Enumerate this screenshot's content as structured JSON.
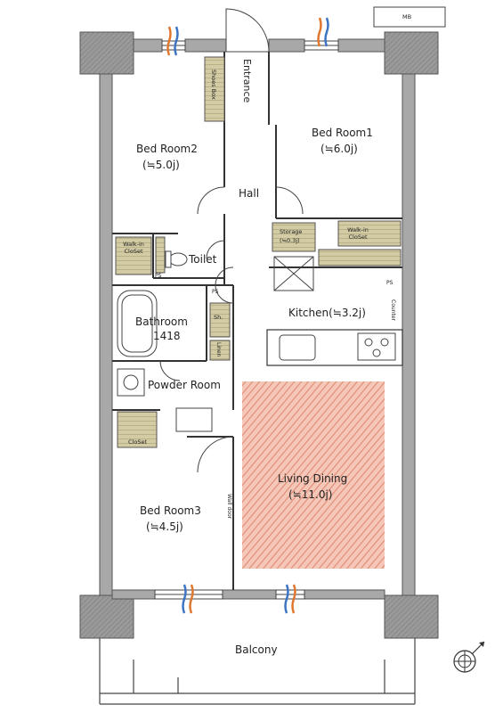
{
  "rooms": {
    "bed_room1": {
      "name": "Bed Room1",
      "area": "(≒6.0j)"
    },
    "bed_room2": {
      "name": "Bed Room2",
      "area": "(≒5.0j)"
    },
    "bed_room3": {
      "name": "Bed Room3",
      "area": "(≒4.5j)"
    },
    "living_dining": {
      "name": "Living Dining",
      "area": "(≒11.0j)"
    },
    "kitchen": {
      "name": "Kitchen(≒3.2j)"
    },
    "hall": {
      "name": "Hall"
    },
    "entrance": {
      "name": "Entrance"
    },
    "toilet": {
      "name": "Toilet"
    },
    "bathroom": {
      "name": "Bathroom",
      "size": "1418"
    },
    "powder_room": {
      "name": "Powder Room"
    },
    "balcony": {
      "name": "Balcony"
    }
  },
  "storage": {
    "shoes_box": "Shoes Box",
    "storage": {
      "name": "Storage",
      "area": "(≒0.3j)"
    },
    "walkin_bed1": "Walk-in CloSet",
    "walkin_bed2": "Walk-in CloSet",
    "closet_bed3": "CloSet",
    "linen": "Linen",
    "sh": "Sh."
  },
  "marks": {
    "ps_1": "PS",
    "ps_2": "PS",
    "ps_3": "PS",
    "mb": "MB",
    "counter": "Counter",
    "wall_door": "Wall door"
  },
  "colors": {
    "wall": "#8a8a8a",
    "line": "#333333",
    "storage_fill": "#c9c29a",
    "ld_hatch": "#e39a86",
    "vent_blue": "#3e74c4",
    "vent_orange": "#e0772e"
  }
}
